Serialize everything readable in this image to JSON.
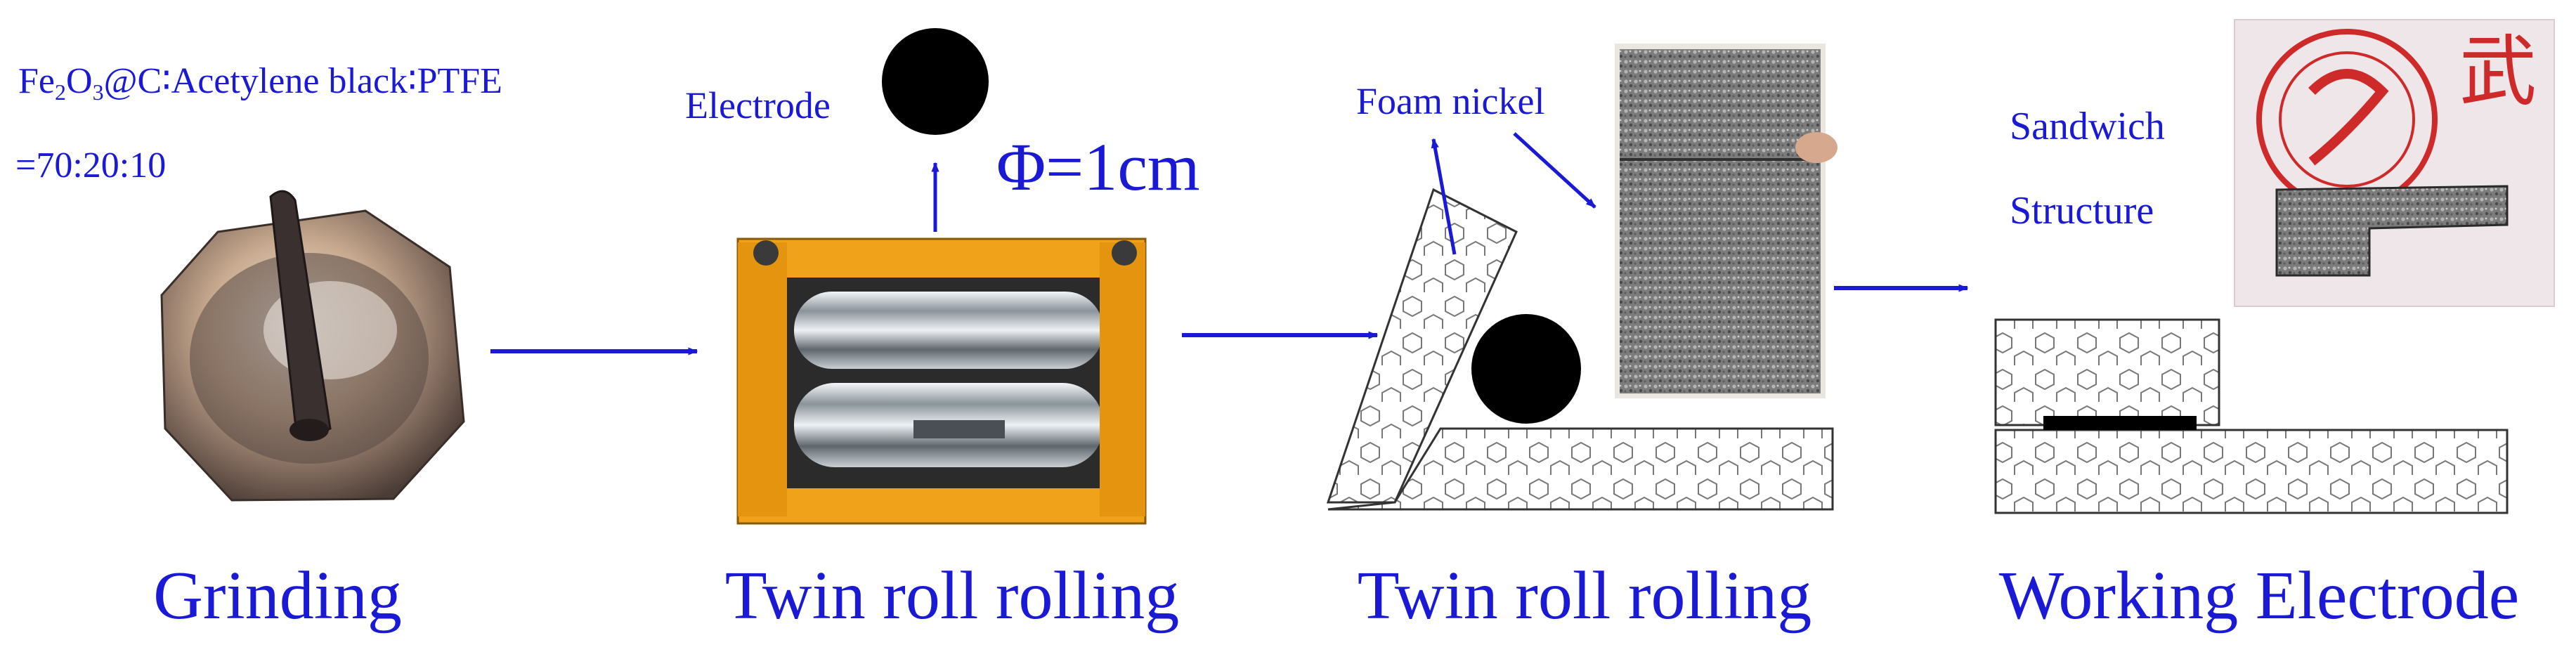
{
  "formula": {
    "prefix": "Fe",
    "sub1": "2",
    "mid": "O",
    "sub2": "3",
    "rest": "@C∶Acetylene black∶PTFE",
    "ratio": "=70:20:10"
  },
  "labels": {
    "electrode": "Electrode",
    "diameter": "Φ=1cm",
    "foam_nickel": "Foam nickel",
    "sandwich": "Sandwich",
    "structure": "Structure"
  },
  "steps": [
    {
      "label": "Grinding"
    },
    {
      "label": "Twin roll rolling"
    },
    {
      "label": "Twin roll rolling"
    },
    {
      "label": "Working Electrode"
    }
  ],
  "colors": {
    "accent": "#1a1ad6",
    "roller_frame": "#f0a21a",
    "foam_grey": "#8a8a8a",
    "electrode": "#000000"
  },
  "icons": [
    "mortar-pestle-icon",
    "roller-machine-icon",
    "foam-nickel-photo",
    "sealed-electrode-photo"
  ]
}
